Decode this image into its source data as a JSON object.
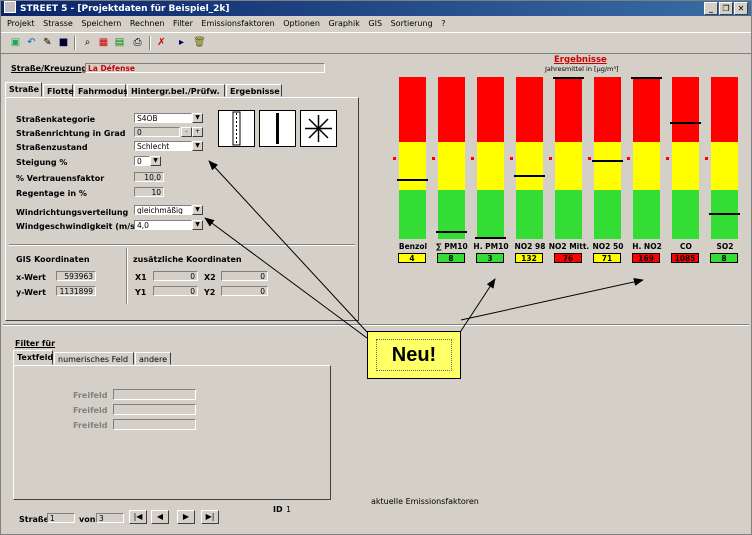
{
  "app": {
    "title": "STREET 5 - [Projektdaten für  Beispiel_2k]"
  },
  "menu": [
    "Projekt",
    "Strasse",
    "Speichern",
    "Rechnen",
    "Filter",
    "Emissionsfaktoren",
    "Optionen",
    "Graphik",
    "GIS",
    "Sortierung",
    "?"
  ],
  "street": {
    "label": "Straße/Kreuzung",
    "value": "La Défense"
  },
  "tabs": [
    "Straße",
    "Flotte",
    "Fahrmodus",
    "Hintergr.bel./Prüfw.",
    "Ergebnisse"
  ],
  "form": {
    "strassenkategorie": {
      "label": "Straßenkategorie",
      "value": "S4OB"
    },
    "strassenrichtung": {
      "label": "Straßenrichtung in Grad",
      "value": "0"
    },
    "strassenzustand": {
      "label": "Straßenzustand",
      "value": "Schlecht"
    },
    "steigung": {
      "label": "Steigung %",
      "value": "0"
    },
    "vertrauensfaktor": {
      "label": "% Vertrauensfaktor",
      "value": "10,0"
    },
    "regentage": {
      "label": "Regentage in %",
      "value": "10"
    },
    "windrichtung": {
      "label": "Windrichtungsverteilung",
      "value": "gleichmäßig"
    },
    "windgeschwindigkeit": {
      "label": "Windgeschwindigkeit (m/s)",
      "value": "4,0"
    }
  },
  "gis": {
    "title": "GIS Koordinaten",
    "x_label": "x-Wert",
    "x_value": "593963",
    "y_label": "y-Wert",
    "y_value": "1131899"
  },
  "extra": {
    "title": "zusätzliche Koordinaten",
    "x1_label": "X1",
    "x1_value": "0",
    "x2_label": "X2",
    "x2_value": "0",
    "y1_label": "Y1",
    "y1_value": "0",
    "y2_label": "Y2",
    "y2_value": "0"
  },
  "filter": {
    "title": "Filter für",
    "tabs": [
      "Textfeld",
      "numerisches Feld",
      "andere"
    ],
    "fields": [
      "Freifeld",
      "Freifeld",
      "Freifeld"
    ]
  },
  "results": {
    "title": "Ergebnisse",
    "subtitle": "Jahresmittel in [µg/m³]",
    "colors": {
      "red": "#ff0000",
      "yellow": "#ffff00",
      "green": "#33dd33"
    },
    "items": [
      {
        "name": "Benzol",
        "value": "4",
        "status": "yellow",
        "level": 0.36
      },
      {
        "name": "∑ PM10",
        "value": "8",
        "status": "green",
        "level": 0.04
      },
      {
        "name": "H. PM10",
        "value": "3",
        "status": "green",
        "level": 0.0
      },
      {
        "name": "NO2 98",
        "value": "132",
        "status": "yellow",
        "level": 0.39
      },
      {
        "name": "NO2 Mitt.",
        "value": "76",
        "status": "red",
        "level": 1.0
      },
      {
        "name": "NO2 50",
        "value": "71",
        "status": "yellow",
        "level": 0.48
      },
      {
        "name": "H. NO2",
        "value": "169",
        "status": "red",
        "level": 1.0
      },
      {
        "name": "CO",
        "value": "1085",
        "status": "red",
        "level": 0.72
      },
      {
        "name": "SO2",
        "value": "8",
        "status": "green",
        "level": 0.15
      }
    ]
  },
  "callout": "Neu!",
  "footer_text": "aktuelle Emissionsfaktoren",
  "id_label": "ID",
  "id_value": "1",
  "nav": {
    "label": "Straße",
    "current": "1",
    "of_label": "von",
    "total": "3"
  }
}
